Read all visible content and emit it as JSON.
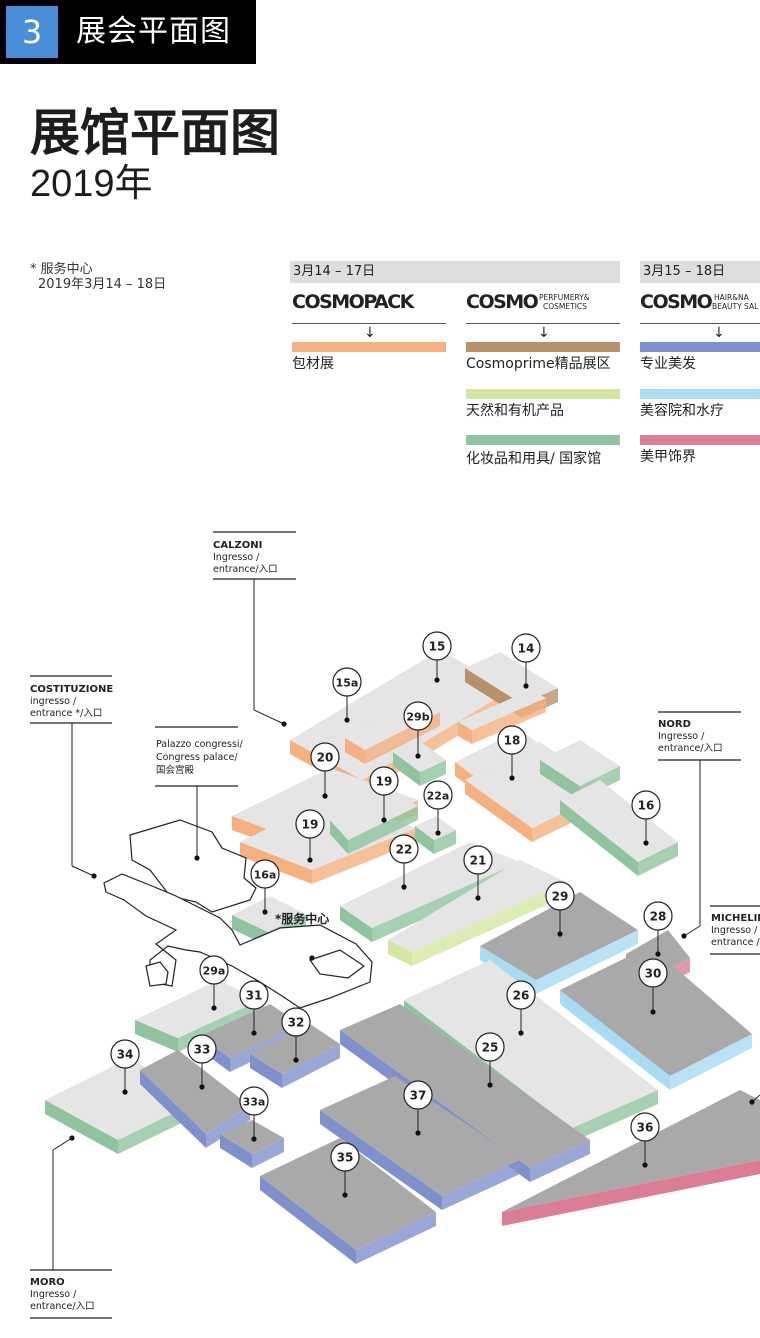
{
  "badge": {
    "number": "3",
    "title": "展会平面图"
  },
  "title": {
    "main": "展馆平面图",
    "year": "2019年"
  },
  "service_note": {
    "line1": "* 服务中心",
    "line2": "2019年3月14 – 18日"
  },
  "legend": {
    "groups": [
      {
        "dates": "3月14 – 17日"
      },
      {
        "dates": "3月15 – 18日"
      }
    ],
    "brands": [
      {
        "name": "COSMOPACK",
        "sub1": "",
        "sub2": ""
      },
      {
        "name": "COSMO",
        "sub1": "PERFUMERY&",
        "sub2": "COSMETICS"
      },
      {
        "name": "COSMO",
        "sub1": "HAIR&NA",
        "sub2": "BEAUTY SAL"
      }
    ],
    "arrow": "↓",
    "items": [
      {
        "label": "包材展",
        "color": "#f4b07e"
      },
      {
        "label": "Cosmoprime精品展区",
        "color": "#b8916a"
      },
      {
        "label": "天然和有机产品",
        "color": "#d2e8a0"
      },
      {
        "label": "化妆品和用具/ 国家馆",
        "color": "#8fc49e"
      },
      {
        "label": "专业美发",
        "color": "#7f91cc"
      },
      {
        "label": "美容院和水疗",
        "color": "#a8dcf2"
      },
      {
        "label": "美甲饰界",
        "color": "#dc7d96"
      }
    ]
  },
  "entrances": [
    {
      "name": "CALZONI",
      "l1": "Ingresso /",
      "l2": "entrance/入口"
    },
    {
      "name": "COSTITUZIONE",
      "l1": "ingresso /",
      "l2": "entrance */入口"
    },
    {
      "name": "NORD",
      "l1": "Ingresso /",
      "l2": "entrance/入口"
    },
    {
      "name": "MICHELIN",
      "l1": "Ingresso /",
      "l2": "entrance /入"
    },
    {
      "name": "MORO",
      "l1": "Ingresso /",
      "l2": "entrance/入口"
    }
  ],
  "palazzo": {
    "l1": "Palazzo congressi/",
    "l2": "Congress palace/",
    "l3": "国会宫殿"
  },
  "service_center_label": "*服务中心",
  "halls": [
    "15",
    "14",
    "15a",
    "29b",
    "18",
    "20",
    "19",
    "19",
    "22a",
    "16",
    "16a",
    "22",
    "21",
    "29",
    "28",
    "30",
    "29a",
    "31",
    "32",
    "26",
    "25",
    "34",
    "33",
    "33a",
    "37",
    "36",
    "35"
  ]
}
